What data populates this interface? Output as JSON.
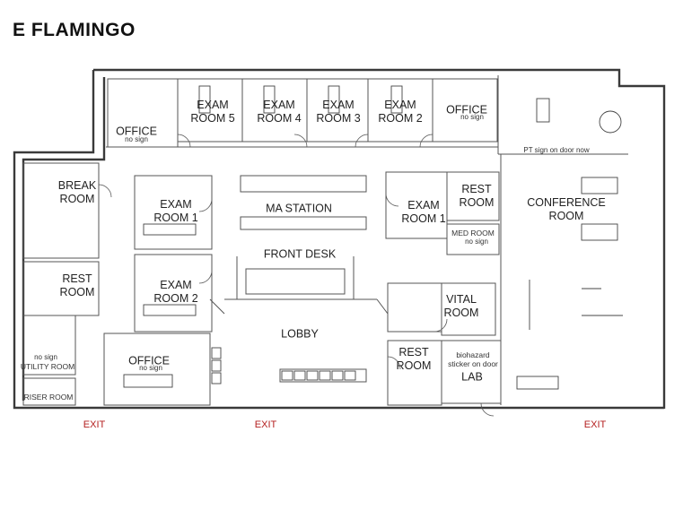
{
  "title": "E FLAMINGO",
  "rooms": [
    {
      "key": "office_top",
      "label": "OFFICE",
      "note": "no sign"
    },
    {
      "key": "exam5",
      "label": "EXAM\nROOM 5"
    },
    {
      "key": "exam4",
      "label": "EXAM\nROOM 4"
    },
    {
      "key": "exam3",
      "label": "EXAM\nROOM 3"
    },
    {
      "key": "exam2_top",
      "label": "EXAM\nROOM 2"
    },
    {
      "key": "office_top_right",
      "label": "OFFICE",
      "note": "no sign"
    },
    {
      "key": "break",
      "label": "BREAK\nROOM"
    },
    {
      "key": "exam1_left",
      "label": "EXAM\nROOM 1"
    },
    {
      "key": "ma_station",
      "label": "MA STATION"
    },
    {
      "key": "front_desk",
      "label": "FRONT DESK"
    },
    {
      "key": "exam1_right",
      "label": "EXAM\nROOM 1"
    },
    {
      "key": "rest_top",
      "label": "REST\nROOM"
    },
    {
      "key": "med_room",
      "label": "MED ROOM",
      "note": "no sign"
    },
    {
      "key": "conference",
      "label": "CONFERENCE\nROOM"
    },
    {
      "key": "rest_left",
      "label": "REST\nROOM"
    },
    {
      "key": "exam2_left",
      "label": "EXAM\nROOM 2"
    },
    {
      "key": "vital",
      "label": "VITAL\nROOM"
    },
    {
      "key": "lobby",
      "label": "LOBBY"
    },
    {
      "key": "office_bottom",
      "label": "OFFICE",
      "note": "no sign"
    },
    {
      "key": "utility",
      "label": "UTILITY ROOM",
      "note": "no sign"
    },
    {
      "key": "riser",
      "label": "RISER ROOM"
    },
    {
      "key": "rest_bottom",
      "label": "REST\nROOM"
    },
    {
      "key": "lab",
      "label": "LAB"
    }
  ],
  "notes": {
    "pt_sign": "PT sign on door now",
    "biohazard": "biohazard\nsticker on door"
  },
  "exits": [
    "EXIT",
    "EXIT",
    "EXIT"
  ],
  "colors": {
    "exit": "#b42020",
    "wall": "#3a3a3a"
  }
}
